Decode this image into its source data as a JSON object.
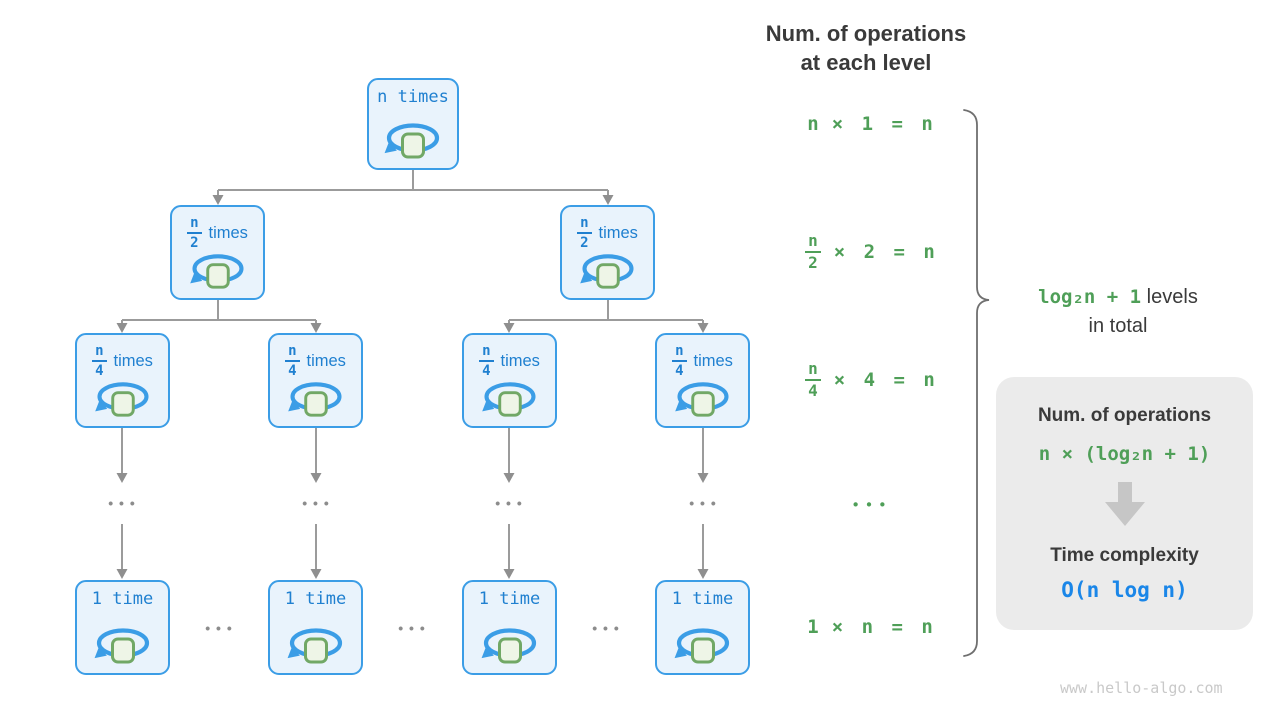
{
  "palette": {
    "node_border": "#3b9de6",
    "node_fill": "#e9f3fc",
    "node_text": "#2080d0",
    "square_fill": "#eef5e7",
    "square_border": "#71a866",
    "green": "#4f9f58",
    "dark_text": "#3a3a3a",
    "blue_accent": "#1a86e8",
    "connector_gray": "#9b9b9b",
    "box_bg": "#ebebeb"
  },
  "header": {
    "line1": "Num. of operations",
    "line2": "at each level"
  },
  "tree": {
    "root": {
      "label": "n times"
    },
    "level2": [
      {
        "num": "n",
        "den": "2",
        "suffix": "times"
      },
      {
        "num": "n",
        "den": "2",
        "suffix": "times"
      }
    ],
    "level3": [
      {
        "num": "n",
        "den": "4",
        "suffix": "times"
      },
      {
        "num": "n",
        "den": "4",
        "suffix": "times"
      },
      {
        "num": "n",
        "den": "4",
        "suffix": "times"
      },
      {
        "num": "n",
        "den": "4",
        "suffix": "times"
      }
    ],
    "level4": [
      {
        "label": "1 time"
      },
      {
        "label": "1 time"
      },
      {
        "label": "1 time"
      },
      {
        "label": "1 time"
      }
    ],
    "ellipsis": "• • •"
  },
  "operations": {
    "rows": [
      {
        "left": "n",
        "rest": "× 1 = n"
      },
      {
        "num": "n",
        "den": "2",
        "rest": "× 2 = n"
      },
      {
        "num": "n",
        "den": "4",
        "rest": "× 4 = n"
      },
      {
        "ellipsis": "• • •"
      },
      {
        "left": "1",
        "rest": "× n = n"
      }
    ]
  },
  "levels_note": {
    "formula": "log₂n + 1",
    "suffix": " levels",
    "line2": "in total"
  },
  "summary": {
    "title1": "Num. of operations",
    "formula1": "n × (log₂n + 1)",
    "title2": "Time complexity",
    "formula2": "O(n log n)"
  },
  "watermark": "www.hello-algo.com"
}
